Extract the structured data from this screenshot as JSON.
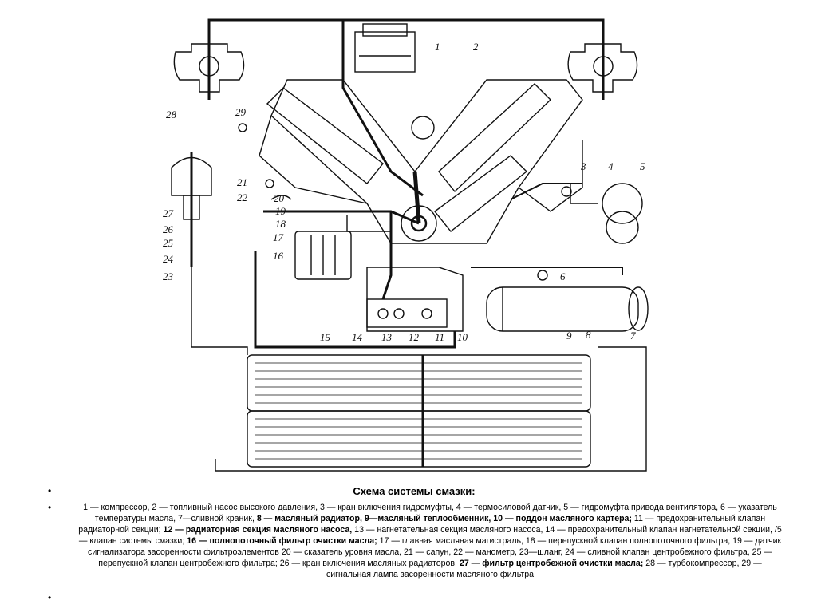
{
  "figure": {
    "labels": [
      "1",
      "2",
      "3",
      "4",
      "5",
      "6",
      "7",
      "8",
      "9",
      "10",
      "11",
      "12",
      "13",
      "14",
      "15",
      "16",
      "17",
      "18",
      "19",
      "20",
      "21",
      "22",
      "23",
      "24",
      "25",
      "26",
      "27",
      "28",
      "29"
    ]
  },
  "caption": {
    "bullet": "•",
    "title": "Схема системы смазки:",
    "segments": [
      {
        "t": "1 — компрессор, 2 — топливный насос высокого давления, 3 — кран включения гидромуфты, 4 — термосиловой датчик, 5 — гидромуфта привода вентилятора, 6 — указатель температуры масла, 7—сливной краник, ",
        "b": false
      },
      {
        "t": "8 — масляный радиатор, 9—масляный теплообменник, 10 — поддон масляного картера;",
        "b": true
      },
      {
        "t": " 11 — предохранительный клапан радиаторной секции; ",
        "b": false
      },
      {
        "t": "12 — радиаторная секция масляного насоса,",
        "b": true
      },
      {
        "t": " 13 — нагнетательная секция масляного насоса, 14 — предохранительный клапан нагнетательной секции, /5 — клапан системы смазки; ",
        "b": false
      },
      {
        "t": "16 — полнопоточный фильтр очистки масла;",
        "b": true
      },
      {
        "t": " 17 — главная масляная магистраль, 18 — перепускной клапан полнопоточного фильтра, 19 — датчик сигнализатора засоренности фильтроэлементов 20 — сказатель уровня масла, 21 — сапун, 22 — манометр, 23—шланг, 24 — сливной клапан центробежного фильтра, 25 — перепускной клапан центробежного фильтра; 26 — кран включения масляных радиаторов, ",
        "b": false
      },
      {
        "t": "27 — фильтр центробежной очистки масла;",
        "b": true
      },
      {
        "t": " 28 — турбокомпрессор, 29 — сигнальная лампа засоренности масляного фильтра",
        "b": false
      }
    ],
    "tail_bullet": "•"
  }
}
